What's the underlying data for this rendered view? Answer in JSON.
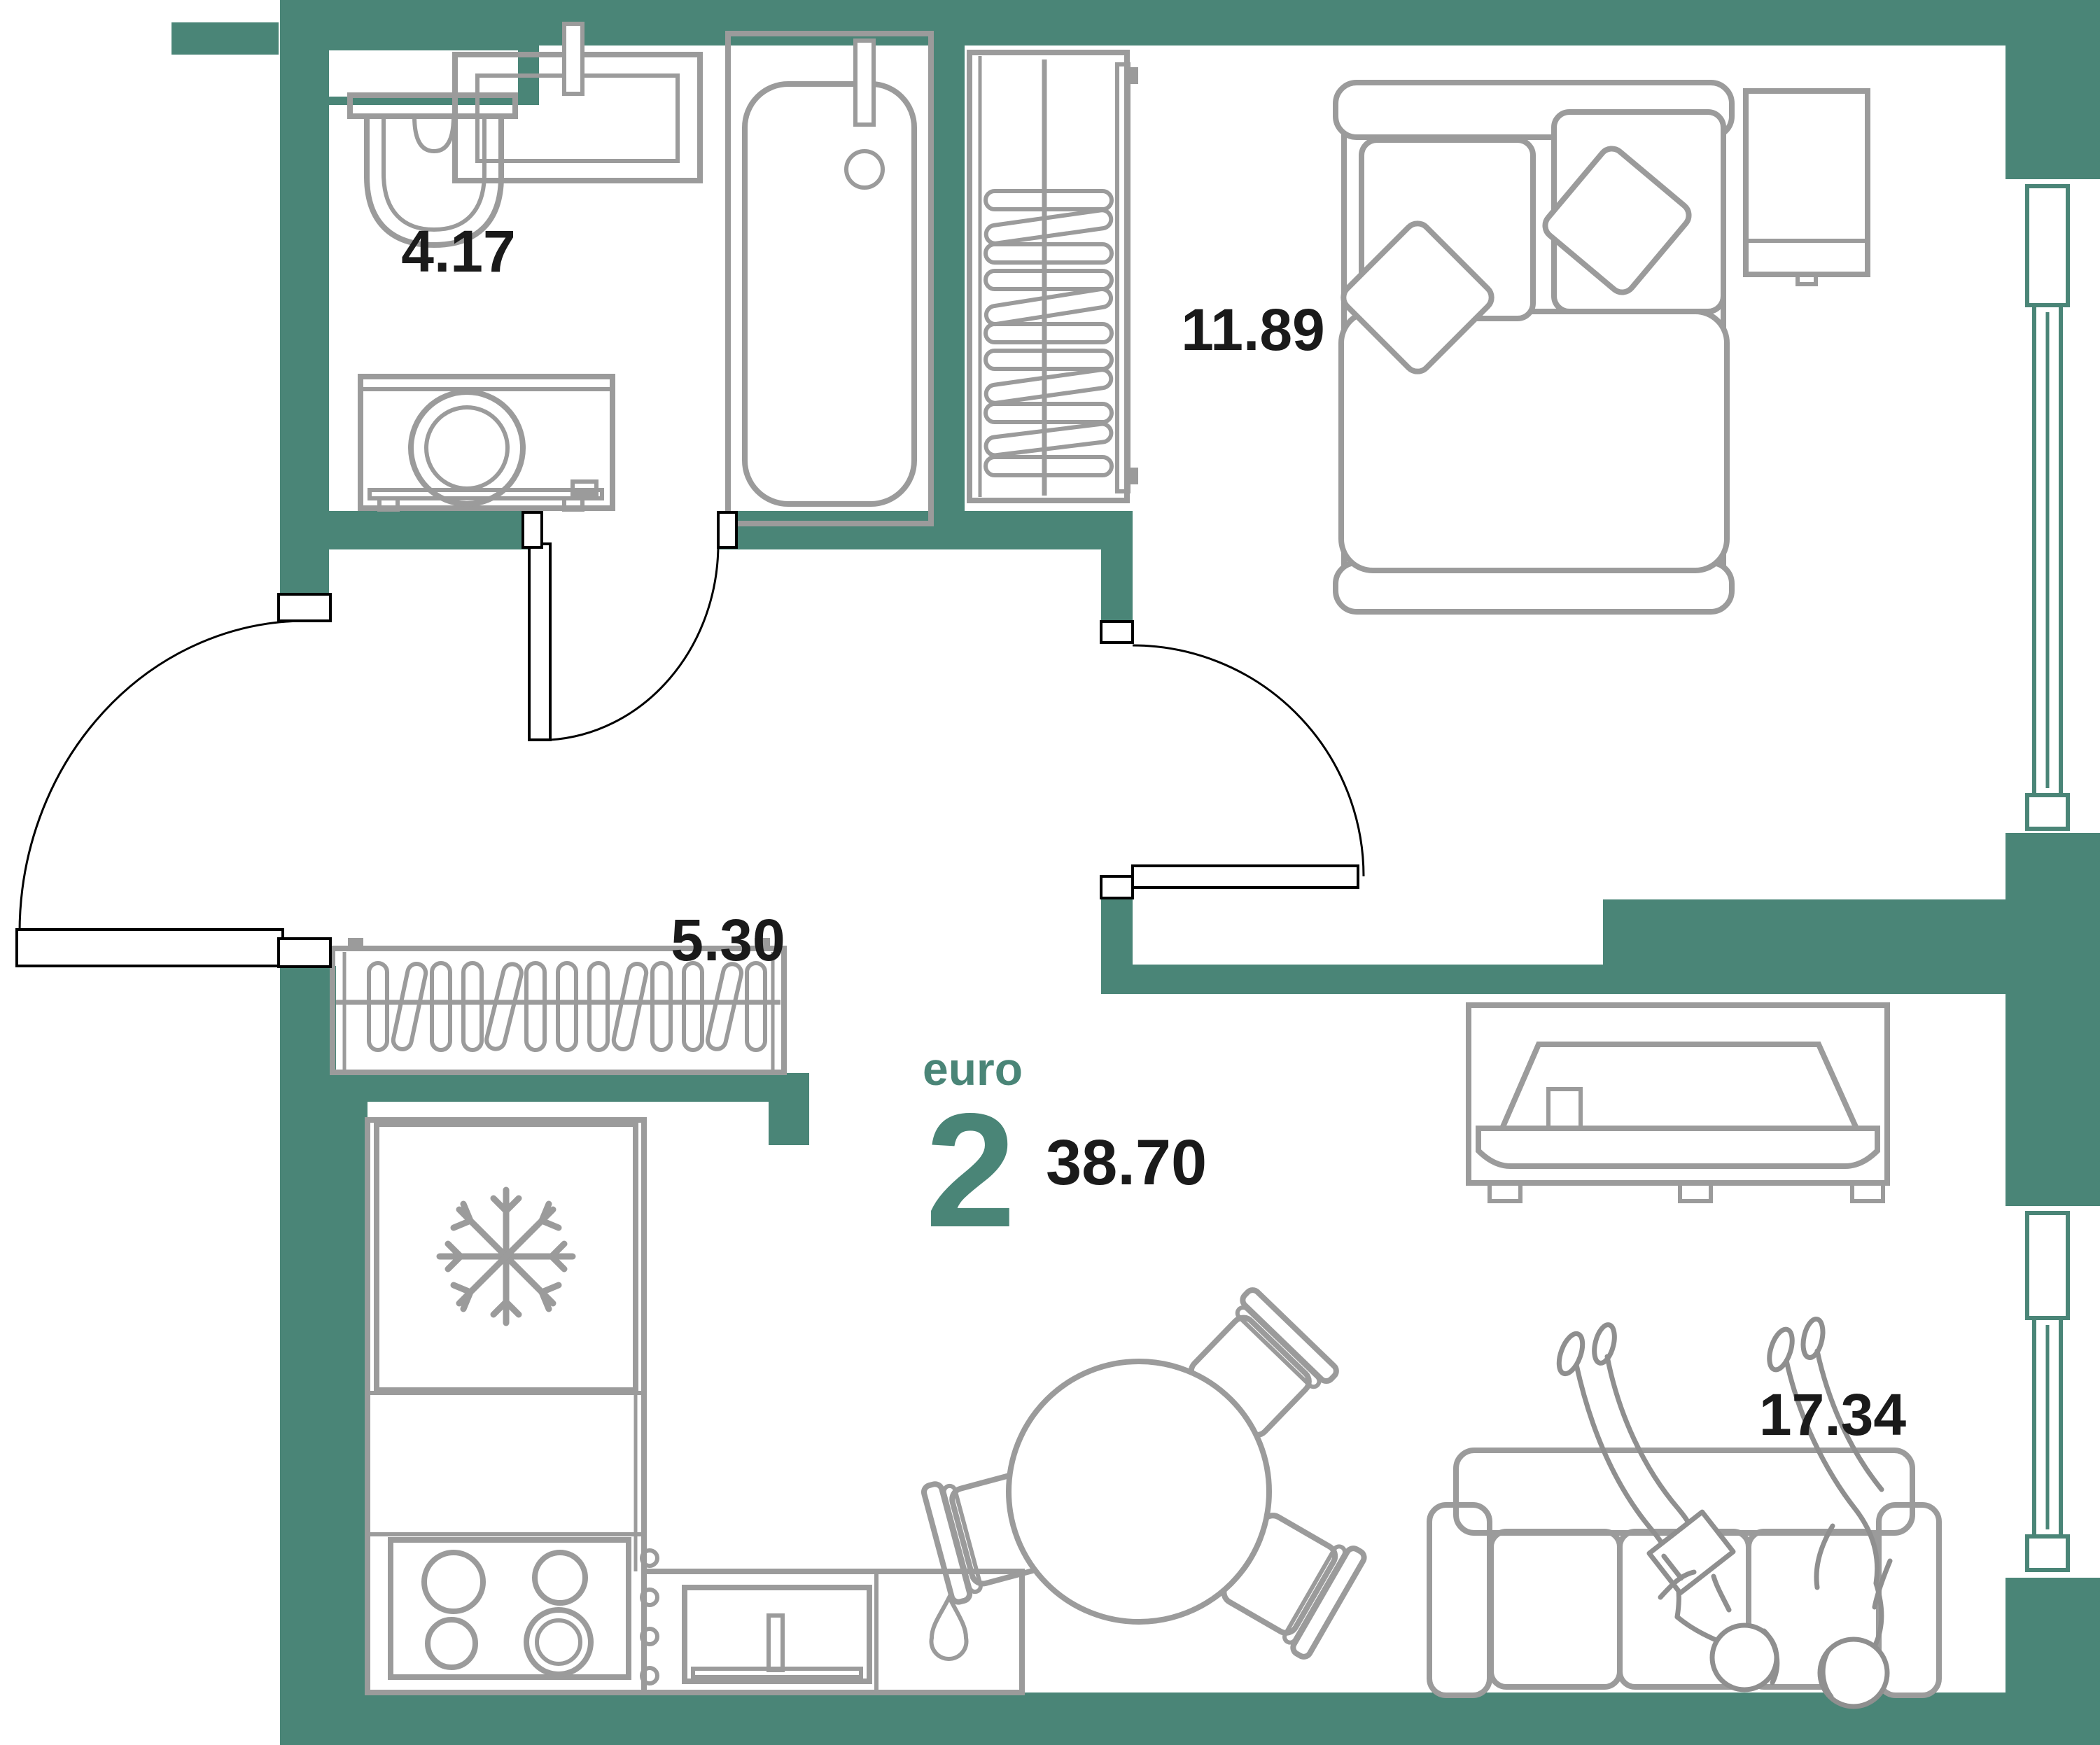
{
  "plan": {
    "unit_type_label": "euro",
    "rooms_count": "2",
    "total_area": "38.70",
    "rooms": [
      {
        "id": "bathroom",
        "area_label": "4.17"
      },
      {
        "id": "bedroom",
        "area_label": "11.89"
      },
      {
        "id": "hallway",
        "area_label": "5.30"
      },
      {
        "id": "kitchen_living_room",
        "area_label": "17.34"
      }
    ],
    "icons": [
      "snowflake-icon",
      "water-drop-icon"
    ],
    "colors": {
      "accent": "#4A8577",
      "furniture": "#9B9B9B",
      "figure": "#8F8F8F",
      "label": "#1A1A1A"
    }
  }
}
